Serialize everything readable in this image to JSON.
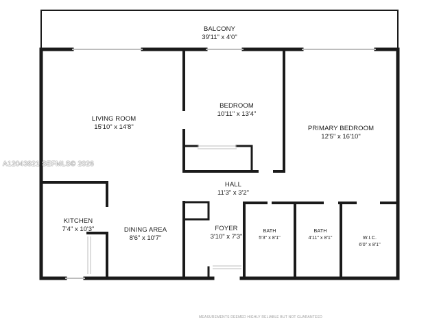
{
  "rooms": [
    {
      "name": "BALCONY",
      "dims": "39'11\" x 4'0\""
    },
    {
      "name": "LIVING ROOM",
      "dims": "15'10\" x 14'8\""
    },
    {
      "name": "BEDROOM",
      "dims": "10'11\" x 13'4\""
    },
    {
      "name": "PRIMARY BEDROOM",
      "dims": "12'5\" x 16'10\""
    },
    {
      "name": "HALL",
      "dims": "11'3\" x 3'2\""
    },
    {
      "name": "KITCHEN",
      "dims": "7'4\" x 10'3\""
    },
    {
      "name": "DINING AREA",
      "dims": "8'6\" x 10'7\""
    },
    {
      "name": "FOYER",
      "dims": "3'10\" x 7'3\""
    },
    {
      "name": "BATH",
      "dims": "5'3\" x 8'1\""
    },
    {
      "name": "BATH",
      "dims": "4'11\" x 8'1\""
    },
    {
      "name": "W.I.C.",
      "dims": "6'0\" x 8'1\""
    }
  ],
  "watermark": "A12043821  SEFMLS© 2026",
  "disclaimer": "MEASUREMENTS DEEMED HIGHLY RELIABLE BUT NOT GUARANTEED",
  "colors": {
    "wall": "#1a1a1a",
    "window": "#bdbdbd",
    "background": "#ffffff"
  }
}
